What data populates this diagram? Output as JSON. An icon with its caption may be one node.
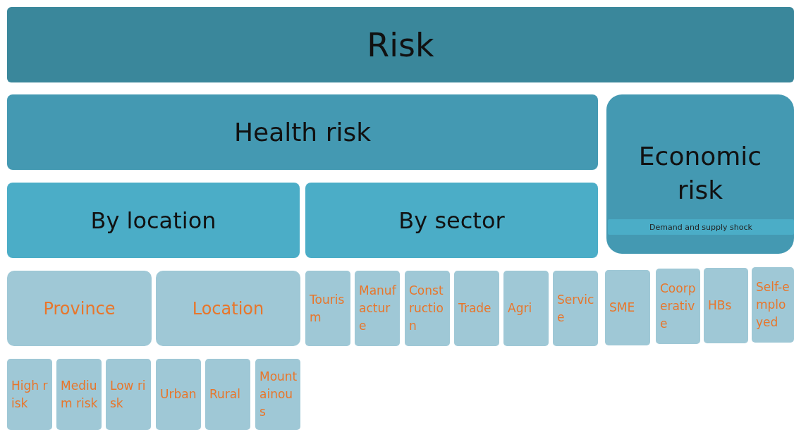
{
  "diagram": {
    "nodes": [
      {
        "text": [
          "Risk"
        ]
      },
      {
        "text": [
          "Health risk"
        ]
      },
      {
        "text": [
          "Economic risk"
        ]
      },
      {
        "text": [
          "Demand and supply shock"
        ],
        "in": 2
      },
      {
        "text": [
          "By location"
        ]
      },
      {
        "text": [
          "By sector"
        ]
      },
      {
        "text": [
          "Province"
        ]
      },
      {
        "text": [
          "Location"
        ]
      },
      {
        "text": [
          "Tourism"
        ]
      },
      {
        "text": [
          "Manufacture"
        ]
      },
      {
        "text": [
          "Construction"
        ]
      },
      {
        "text": [
          "Trade"
        ]
      },
      {
        "text": [
          "Agri"
        ]
      },
      {
        "text": [
          "Service"
        ]
      },
      {
        "text": [
          "SME"
        ]
      },
      {
        "text": [
          "Coorperative"
        ]
      },
      {
        "text": [
          "HBs"
        ]
      },
      {
        "text": [
          "Self-employed"
        ]
      },
      {
        "text": [
          "High risk"
        ]
      },
      {
        "text": [
          "Medium risk"
        ]
      },
      {
        "text": [
          "Low risk"
        ]
      },
      {
        "text": [
          "Urban"
        ]
      },
      {
        "text": [
          "Rural"
        ]
      },
      {
        "text": [
          "Mountainous"
        ]
      }
    ],
    "edges": []
  }
}
